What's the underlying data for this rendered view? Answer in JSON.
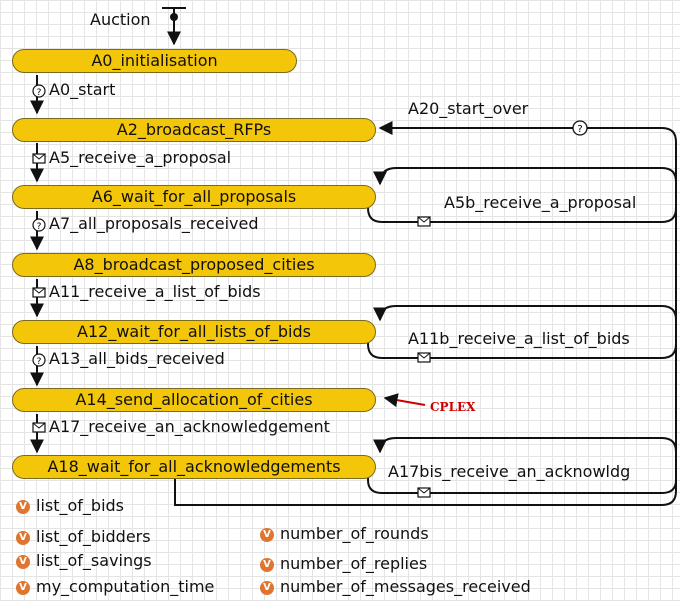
{
  "title": "Auction",
  "states": [
    {
      "id": "a0",
      "label": "A0_initialisation"
    },
    {
      "id": "a2",
      "label": "A2_broadcast_RFPs"
    },
    {
      "id": "a6",
      "label": "A6_wait_for_all_proposals"
    },
    {
      "id": "a8",
      "label": "A8_broadcast_proposed_cities"
    },
    {
      "id": "a12",
      "label": "A12_wait_for_all_lists_of_bids"
    },
    {
      "id": "a14",
      "label": "A14_send_allocation_of_cities"
    },
    {
      "id": "a18",
      "label": "A18_wait_for_all_acknowledgements"
    }
  ],
  "transitions": [
    {
      "label": "A0_start",
      "icon": "condition-icon"
    },
    {
      "label": "A5_receive_a_proposal",
      "icon": "message-icon"
    },
    {
      "label": "A7_all_proposals_received",
      "icon": "condition-icon"
    },
    {
      "label": "A11_receive_a_list_of_bids",
      "icon": "message-icon"
    },
    {
      "label": "A13_all_bids_received",
      "icon": "condition-icon"
    },
    {
      "label": "A17_receive_an_acknowledgement",
      "icon": "message-icon"
    }
  ],
  "loops": [
    {
      "label": "A20_start_over",
      "icon": "condition-icon"
    },
    {
      "label": "A5b_receive_a_proposal",
      "icon": "message-icon"
    },
    {
      "label": "A11b_receive_a_list_of_bids",
      "icon": "message-icon"
    },
    {
      "label": "A17bis_receive_an_acknowldg",
      "icon": "message-icon"
    }
  ],
  "annotation": {
    "text": "CPLEX",
    "color": "#cc0000"
  },
  "variables_left": [
    "list_of_bids",
    "list_of_bidders",
    "list_of_savings",
    "my_computation_time"
  ],
  "variables_right": [
    "number_of_rounds",
    "number_of_replies",
    "number_of_messages_received"
  ],
  "colors": {
    "state_fill": "#f4c60a",
    "state_border": "#7a6a1e",
    "variable_icon": "#e0752f",
    "grid": "#e4e4e4"
  }
}
